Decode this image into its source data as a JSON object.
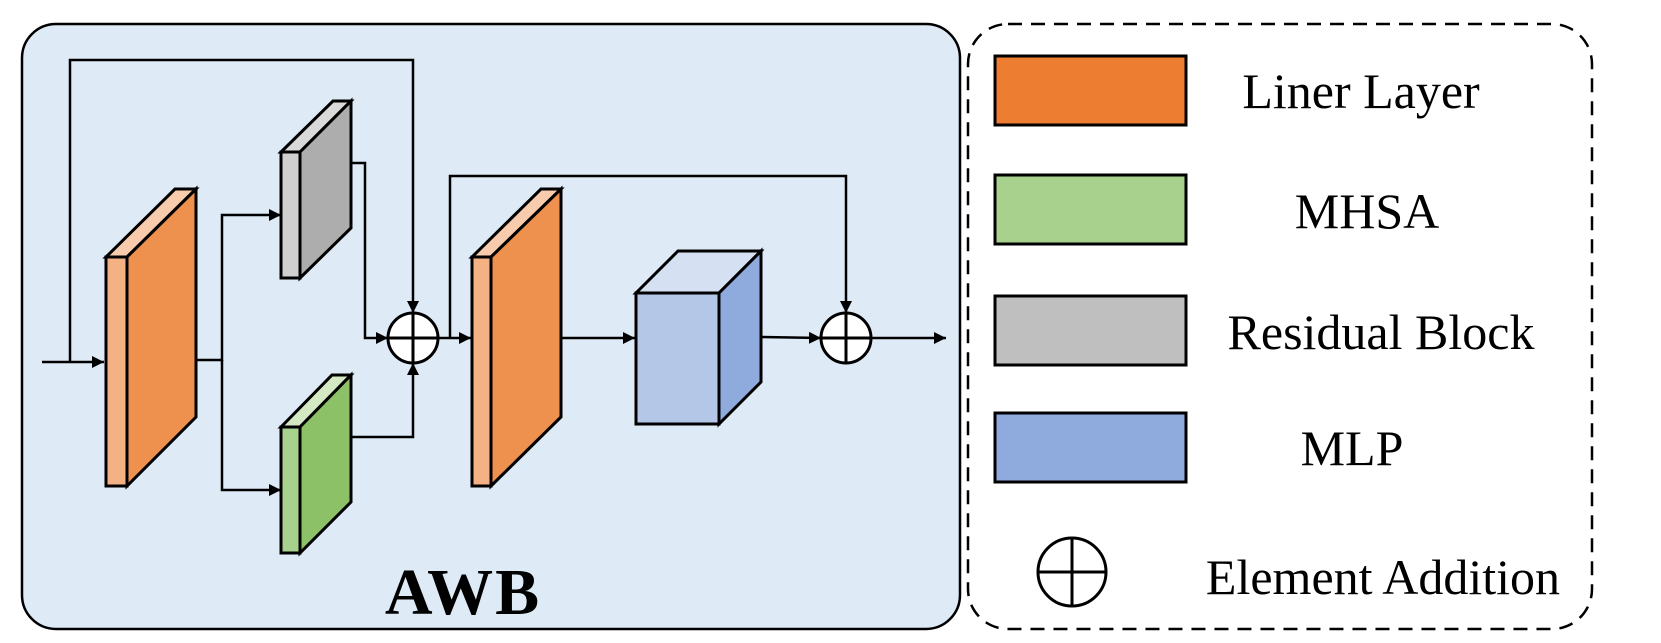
{
  "diagram": {
    "module_title": "AWB",
    "legend": {
      "items": [
        {
          "label": "Liner Layer",
          "color": "#ED7D31"
        },
        {
          "label": "MHSA",
          "color": "#A9D18E"
        },
        {
          "label": "Residual Block",
          "color": "#BFBFBF"
        },
        {
          "label": "MLP",
          "color": "#8FAADC"
        },
        {
          "label": "Element Addition",
          "icon": "circle-plus-icon"
        }
      ]
    },
    "colors": {
      "panel_background": "#DEEAF6",
      "linear_front": "#F4B183",
      "linear_side": "#EE914F",
      "linear_top": "#F8CBAD",
      "residual_front": "#D0D0D0",
      "residual_side": "#ADADAD",
      "mhsa_front": "#A9D18E",
      "mhsa_side": "#8CC168",
      "mhsa_top": "#D4E8C4",
      "mlp_front": "#B4C7E7",
      "mlp_side": "#8FAADC",
      "mlp_top": "#D6E0F3"
    }
  }
}
